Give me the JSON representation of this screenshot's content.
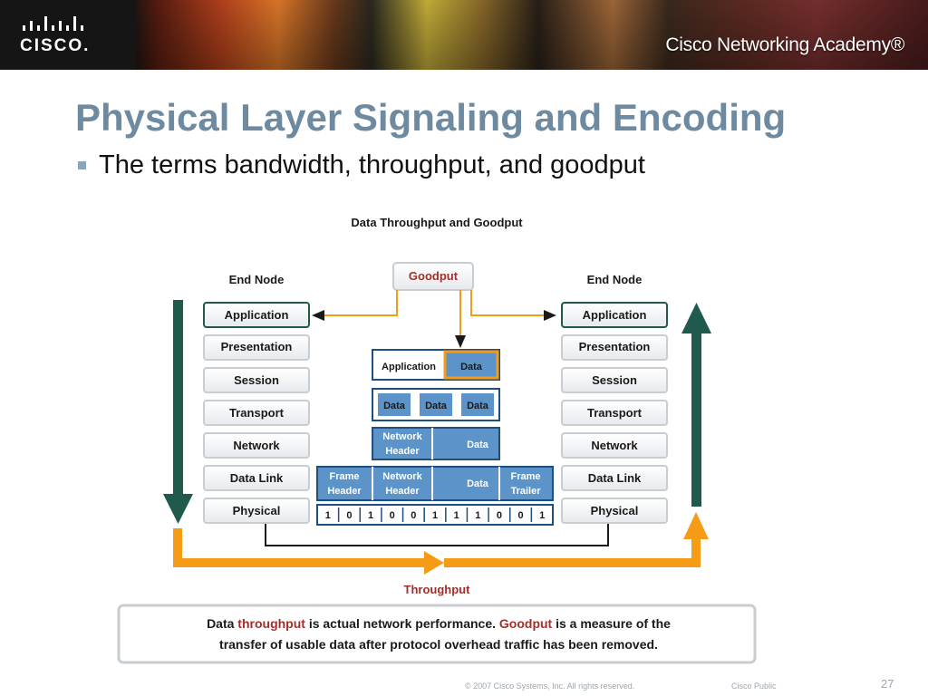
{
  "header": {
    "logo_text": "CISCO.",
    "academy_text": "Cisco Networking Academy®"
  },
  "slide": {
    "title": "Physical Layer Signaling and Encoding",
    "bullet": "The terms bandwidth, throughput, and goodput"
  },
  "diagram": {
    "title": "Data Throughput and Goodput",
    "goodput_label": "Goodput",
    "throughput_label": "Throughput",
    "left_node_title": "End Node",
    "right_node_title": "End Node",
    "layers": [
      "Application",
      "Presentation",
      "Session",
      "Transport",
      "Network",
      "Data Link",
      "Physical"
    ],
    "pdu": {
      "app_label": "Application",
      "data_label": "Data",
      "transport_data": [
        "Data",
        "Data",
        "Data"
      ],
      "network_header_line1": "Network",
      "network_header_line2": "Header",
      "frame_header_line1": "Frame",
      "frame_header_line2": "Header",
      "frame_trailer_line1": "Frame",
      "frame_trailer_line2": "Trailer",
      "bits": [
        "1",
        "0",
        "1",
        "0",
        "0",
        "1",
        "1",
        "1",
        "0",
        "0",
        "1"
      ]
    },
    "caption": {
      "line1_a": "Data ",
      "line1_b": "throughput",
      "line1_c": " is actual network performance. ",
      "line1_d": "Goodput",
      "line1_e": " is a measure of the",
      "line2": "transfer of usable data after protocol overhead traffic has been removed."
    },
    "colors": {
      "orange": "#f59b16",
      "dark_green": "#1f5a4c",
      "pdu_blue": "#5c93c9",
      "red_text": "#a0302a"
    }
  },
  "footer": {
    "copyright": "© 2007 Cisco Systems, Inc. All rights reserved.",
    "classification": "Cisco Public",
    "page_number": "27"
  }
}
